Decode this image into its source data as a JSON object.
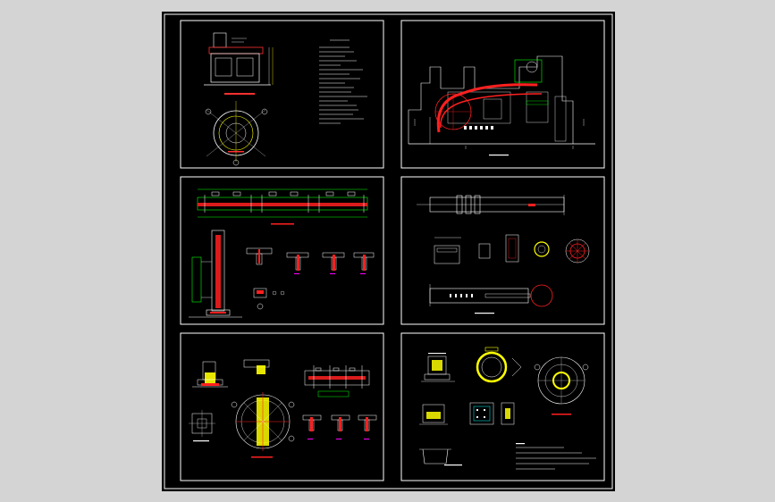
{
  "sheet": {
    "background": "#000000",
    "canvas_background": "#d4d4d4",
    "panels": [
      {
        "name": "panel-top-left"
      },
      {
        "name": "panel-top-right"
      },
      {
        "name": "panel-middle-left"
      },
      {
        "name": "panel-middle-right"
      },
      {
        "name": "panel-bottom-left"
      },
      {
        "name": "panel-bottom-right"
      }
    ]
  },
  "colors": {
    "frame": "#ffffff",
    "accent_red": "#ff2020",
    "accent_green": "#00ff00",
    "accent_yellow": "#ffff00",
    "accent_cyan": "#00ffff",
    "accent_magenta": "#ff00ff"
  }
}
